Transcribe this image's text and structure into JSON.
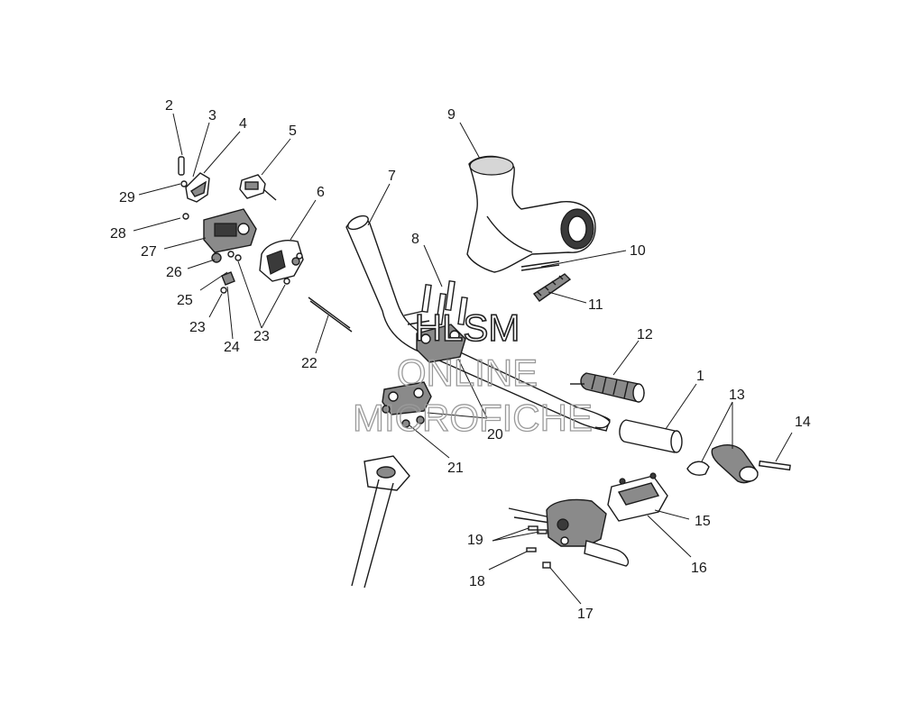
{
  "watermark": {
    "line1": "HLSM",
    "line2": "ONLINE",
    "line3": "MICROFICHE"
  },
  "callouts": {
    "c1": "1",
    "c2": "2",
    "c3": "3",
    "c4": "4",
    "c5": "5",
    "c6": "6",
    "c7": "7",
    "c8": "8",
    "c9": "9",
    "c10": "10",
    "c11": "11",
    "c12": "12",
    "c13": "13",
    "c14": "14",
    "c15": "15",
    "c16": "16",
    "c17": "17",
    "c18": "18",
    "c19": "19",
    "c20": "20",
    "c21": "21",
    "c22": "22",
    "c23a": "23",
    "c23b": "23",
    "c24": "24",
    "c25": "25",
    "c26": "26",
    "c27": "27",
    "c28": "28",
    "c29": "29"
  }
}
